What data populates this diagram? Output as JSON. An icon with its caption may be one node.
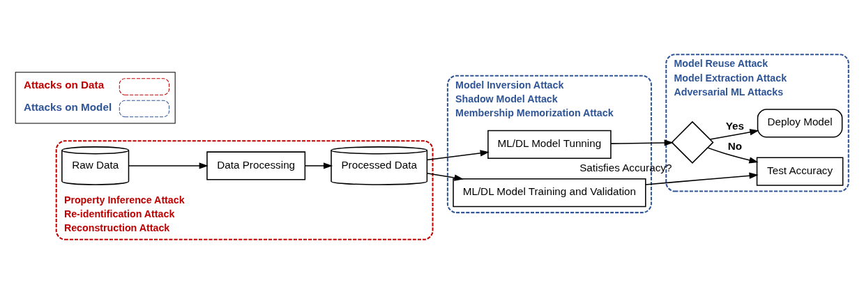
{
  "diagram": {
    "nodes": [
      {
        "text": [
          "Property Inference Attack",
          "Re-identification Attack",
          "Reconstruction Attack"
        ]
      },
      {
        "text": [
          "Raw Data"
        ],
        "in": 0
      },
      {
        "text": [
          "Data Processing"
        ],
        "in": 0
      },
      {
        "text": [
          "Processed Data"
        ],
        "in": 0
      },
      {
        "text": [
          "Model Inversion Attack",
          "Shadow Model Attack",
          "Membership Memorization Attack"
        ]
      },
      {
        "text": [
          "ML/DL Model Training and Validation"
        ],
        "in": 4
      },
      {
        "text": [
          "ML/DL Model Tunning"
        ],
        "in": 4
      },
      {
        "text": [
          "Model Reuse Attack",
          "Model Extraction Attack",
          "Adversarial ML Attacks"
        ]
      },
      {
        "text": [
          "Test Accuracy"
        ],
        "in": 7
      },
      {
        "text": [],
        "shape": "diamond",
        "beside": [
          "Satisfies Accuracy?"
        ],
        "in": 7
      },
      {
        "text": [
          "Deploy Model"
        ],
        "in": 7
      }
    ],
    "edges": [
      {
        "from": 1,
        "to": 2,
        "arrow": "to"
      },
      {
        "from": 2,
        "to": 3,
        "arrow": "to"
      },
      {
        "from": 3,
        "to": 5,
        "arrow": "to"
      },
      {
        "from": 3,
        "to": 6,
        "arrow": "to"
      },
      {
        "from": 5,
        "to": 8,
        "arrow": "to"
      },
      {
        "from": 6,
        "to": 9,
        "arrow": "to"
      },
      {
        "from": 9,
        "to": 8,
        "arrow": "to",
        "label": "No"
      },
      {
        "from": 9,
        "to": 10,
        "arrow": "to",
        "label": "Yes"
      }
    ],
    "legend": [
      {
        "text": "Attacks on Data"
      },
      {
        "text": "Attacks on Model"
      }
    ]
  }
}
